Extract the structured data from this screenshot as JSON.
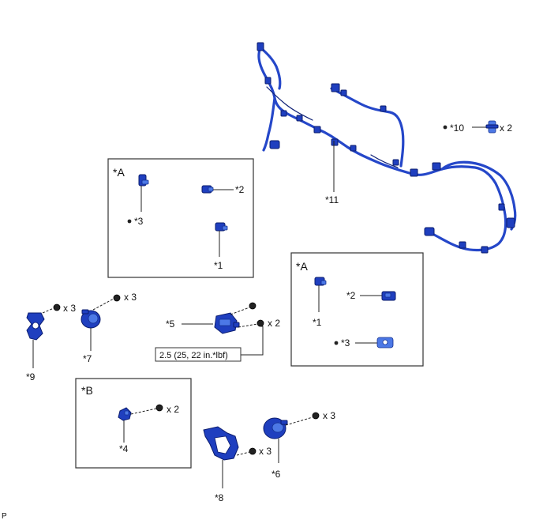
{
  "diagram": {
    "box_labels": {
      "box_a1": "*A",
      "box_a2": "*A",
      "box_b": "*B"
    },
    "parts": {
      "p1": "*1",
      "p2": "*2",
      "p3": "*3",
      "p4": "*4",
      "p5": "*5",
      "p6": "*6",
      "p7": "*7",
      "p8": "*8",
      "p9": "*9",
      "p10": "*10",
      "p11": "*11"
    },
    "quantities": {
      "x2": "x 2",
      "x3": "x 3"
    },
    "torque_spec": "2.5 (25, 22 in.*lbf)",
    "footer_code": "P",
    "colors": {
      "part_blue": "#1f3fbf",
      "part_dark": "#0b1c6e",
      "harness_blue": "#2547c9"
    }
  }
}
